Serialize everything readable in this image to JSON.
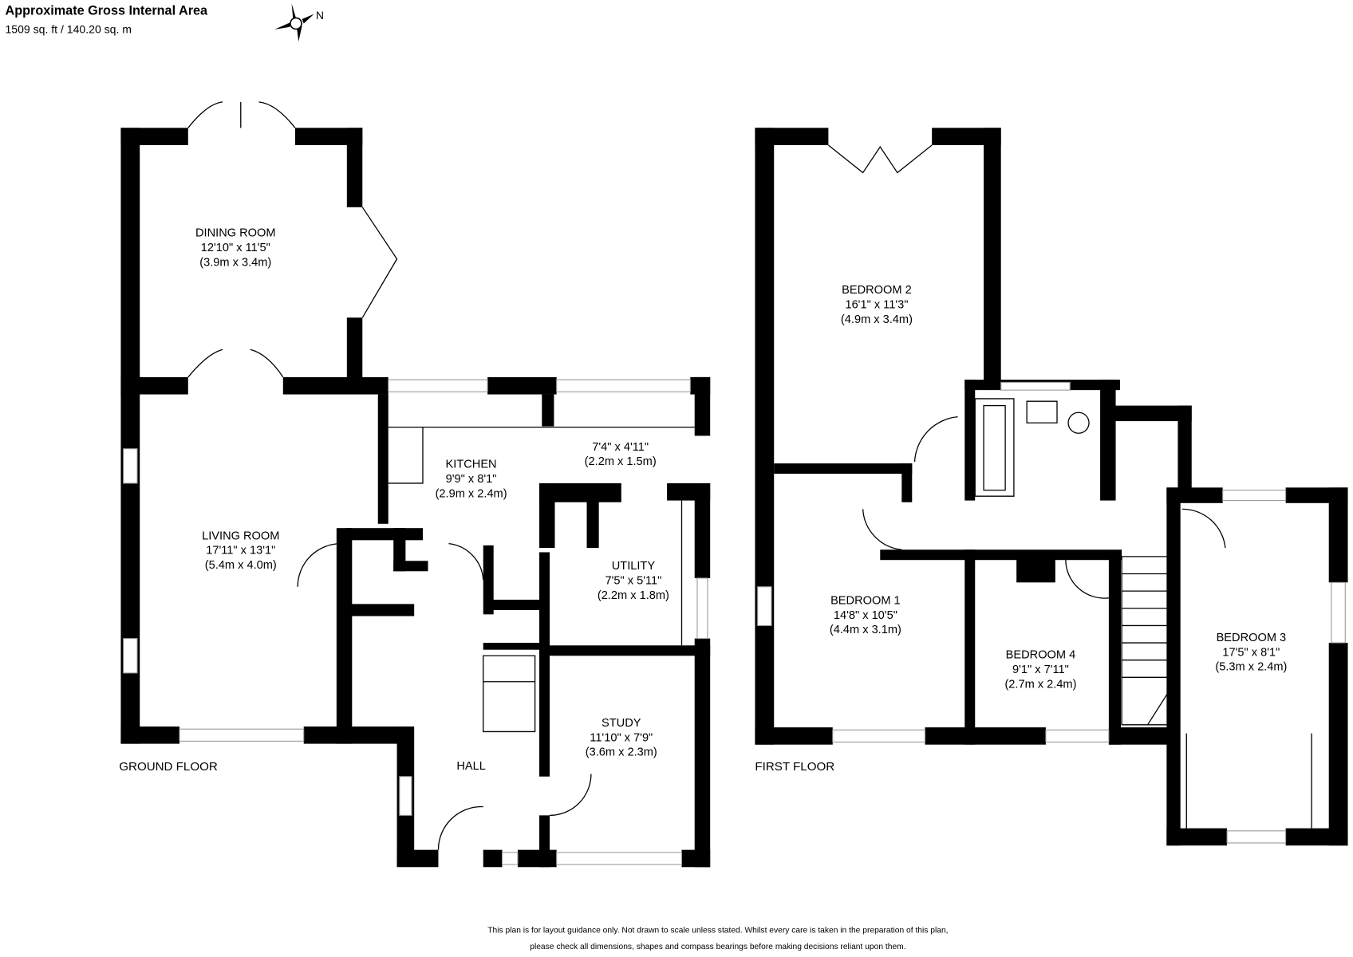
{
  "header": {
    "title": "Approximate Gross Internal Area",
    "area": "1509 sq. ft / 140.20 sq. m",
    "compass_label": "N"
  },
  "ground_floor": {
    "label": "GROUND FLOOR",
    "rooms": [
      {
        "name": "DINING ROOM",
        "imperial": "12'10\" x 11'5\"",
        "metric": "(3.9m x 3.4m)"
      },
      {
        "name": "LIVING ROOM",
        "imperial": "17'11\" x 13'1\"",
        "metric": "(5.4m x 4.0m)"
      },
      {
        "name": "KITCHEN",
        "imperial": "9'9\" x 8'1\"",
        "metric": "(2.9m x 2.4m)"
      },
      {
        "name": "",
        "imperial": "7'4\" x 4'11\"",
        "metric": "(2.2m x 1.5m)"
      },
      {
        "name": "UTILITY",
        "imperial": "7'5\" x 5'11\"",
        "metric": "(2.2m x 1.8m)"
      },
      {
        "name": "STUDY",
        "imperial": "11'10\" x 7'9\"",
        "metric": "(3.6m x 2.3m)"
      },
      {
        "name": "HALL"
      }
    ]
  },
  "first_floor": {
    "label": "FIRST FLOOR",
    "rooms": [
      {
        "name": "BEDROOM 2",
        "imperial": "16'1\" x 11'3\"",
        "metric": "(4.9m x 3.4m)"
      },
      {
        "name": "BEDROOM 1",
        "imperial": "14'8\" x 10'5\"",
        "metric": "(4.4m x 3.1m)"
      },
      {
        "name": "BEDROOM 4",
        "imperial": "9'1\" x 7'11\"",
        "metric": "(2.7m x 2.4m)"
      },
      {
        "name": "BEDROOM 3",
        "imperial": "17'5\" x 8'1\"",
        "metric": "(5.3m x 2.4m)"
      }
    ]
  },
  "footer": {
    "line1": "This plan is for layout guidance only.  Not drawn to scale unless stated. Whilst every care is taken in the preparation of this plan,",
    "line2": "please check all dimensions, shapes and compass bearings before making decisions reliant upon them."
  }
}
